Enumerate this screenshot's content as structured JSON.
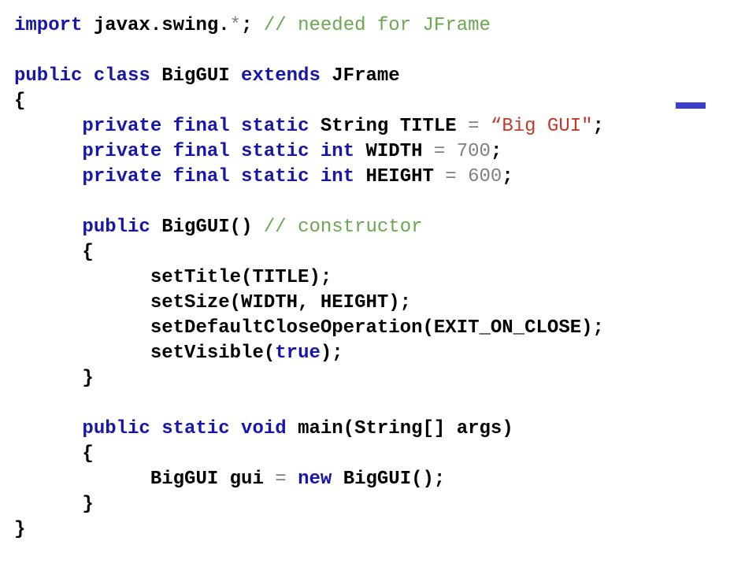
{
  "colors": {
    "keyword": "#1616a8",
    "comment": "#6aa84f",
    "operator": "#808080",
    "string": "#c0392b",
    "number": "#808080",
    "text": "#000000",
    "accent_bar": "#3b3fc4"
  },
  "code": {
    "language": "java",
    "lines": [
      [
        {
          "t": "kw",
          "v": "import"
        },
        {
          "t": "tx",
          "v": " javax.swing."
        },
        {
          "t": "op",
          "v": "*"
        },
        {
          "t": "tx",
          "v": "; "
        },
        {
          "t": "cm",
          "v": "// needed for JFrame"
        }
      ],
      [],
      [
        {
          "t": "kw",
          "v": "public class"
        },
        {
          "t": "tx",
          "v": " BigGUI "
        },
        {
          "t": "kw",
          "v": "extends"
        },
        {
          "t": "tx",
          "v": " JFrame"
        }
      ],
      [
        {
          "t": "tx",
          "v": "{"
        }
      ],
      [
        {
          "t": "tx",
          "v": "\t"
        },
        {
          "t": "kw",
          "v": "private final static"
        },
        {
          "t": "tx",
          "v": " String TITLE "
        },
        {
          "t": "op",
          "v": "="
        },
        {
          "t": "tx",
          "v": " "
        },
        {
          "t": "str",
          "v": "“Big GUI\""
        },
        {
          "t": "tx",
          "v": ";"
        }
      ],
      [
        {
          "t": "tx",
          "v": "\t"
        },
        {
          "t": "kw",
          "v": "private final static int"
        },
        {
          "t": "tx",
          "v": " WIDTH "
        },
        {
          "t": "op",
          "v": "="
        },
        {
          "t": "tx",
          "v": " "
        },
        {
          "t": "num",
          "v": "700"
        },
        {
          "t": "tx",
          "v": ";"
        }
      ],
      [
        {
          "t": "tx",
          "v": "\t"
        },
        {
          "t": "kw",
          "v": "private final static int"
        },
        {
          "t": "tx",
          "v": " HEIGHT "
        },
        {
          "t": "op",
          "v": "="
        },
        {
          "t": "tx",
          "v": " "
        },
        {
          "t": "num",
          "v": "600"
        },
        {
          "t": "tx",
          "v": ";"
        }
      ],
      [],
      [
        {
          "t": "tx",
          "v": "\t"
        },
        {
          "t": "kw",
          "v": "public"
        },
        {
          "t": "tx",
          "v": " BigGUI() "
        },
        {
          "t": "cm",
          "v": "// constructor"
        }
      ],
      [
        {
          "t": "tx",
          "v": "\t{"
        }
      ],
      [
        {
          "t": "tx",
          "v": "\t\tsetTitle(TITLE);"
        }
      ],
      [
        {
          "t": "tx",
          "v": "\t\tsetSize(WIDTH, HEIGHT);"
        }
      ],
      [
        {
          "t": "tx",
          "v": "\t\tsetDefaultCloseOperation(EXIT_ON_CLOSE);"
        }
      ],
      [
        {
          "t": "tx",
          "v": "\t\tsetVisible("
        },
        {
          "t": "kw",
          "v": "true"
        },
        {
          "t": "tx",
          "v": ");"
        }
      ],
      [
        {
          "t": "tx",
          "v": "\t}"
        }
      ],
      [],
      [
        {
          "t": "tx",
          "v": "\t"
        },
        {
          "t": "kw",
          "v": "public static void"
        },
        {
          "t": "tx",
          "v": " main(String[] args)"
        }
      ],
      [
        {
          "t": "tx",
          "v": "\t{"
        }
      ],
      [
        {
          "t": "tx",
          "v": "\t\tBigGUI gui "
        },
        {
          "t": "op",
          "v": "="
        },
        {
          "t": "tx",
          "v": " "
        },
        {
          "t": "kw",
          "v": "new"
        },
        {
          "t": "tx",
          "v": " BigGUI();"
        }
      ],
      [
        {
          "t": "tx",
          "v": "\t}"
        }
      ],
      [
        {
          "t": "tx",
          "v": "}"
        }
      ]
    ]
  }
}
